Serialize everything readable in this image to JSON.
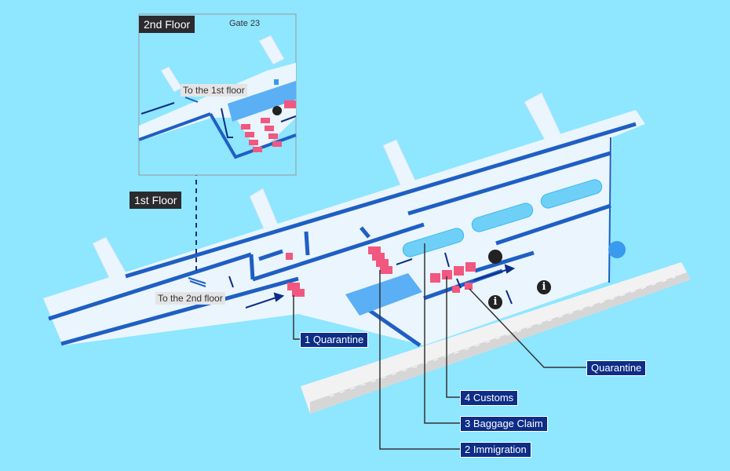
{
  "floors": {
    "second": "2nd Floor",
    "first": "1st Floor"
  },
  "gate_label": "Gate 23",
  "notes": {
    "to_first": "To the 1st floor",
    "to_second": "To the 2nd floor"
  },
  "labels": [
    {
      "number": "1",
      "text": "Quarantine"
    },
    {
      "number": "2",
      "text": "Immigration"
    },
    {
      "number": "3",
      "text": "Baggage Claim"
    },
    {
      "number": "4",
      "text": "Customs"
    },
    {
      "number": "",
      "text": "Quarantine"
    }
  ],
  "info_icon": "i",
  "colors": {
    "background": "#8ee6ff",
    "floor": "#eaf5fd",
    "wall": "#1f5fc4",
    "counter": "#f2577f",
    "label": "#0d2d86",
    "carousel": "#6fd0f7"
  }
}
